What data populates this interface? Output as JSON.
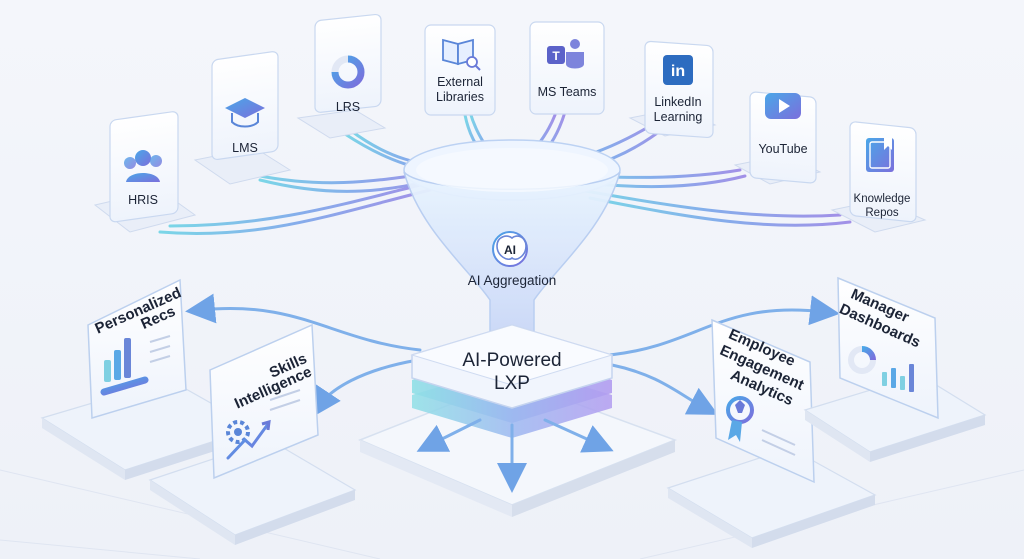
{
  "sources": [
    {
      "id": "hris",
      "label_lines": [
        "HRIS"
      ],
      "icon": "people-icon"
    },
    {
      "id": "lms",
      "label_lines": [
        "LMS"
      ],
      "icon": "graduation-cap-icon"
    },
    {
      "id": "lrs",
      "label_lines": [
        "LRS"
      ],
      "icon": "donut-ring-icon"
    },
    {
      "id": "external-libraries",
      "label_lines": [
        "External",
        "Libraries"
      ],
      "icon": "book-search-icon"
    },
    {
      "id": "ms-teams",
      "label_lines": [
        "MS Teams"
      ],
      "icon": "ms-teams-icon"
    },
    {
      "id": "linkedin-learning",
      "label_lines": [
        "LinkedIn",
        "Learning"
      ],
      "icon": "linkedin-icon"
    },
    {
      "id": "youtube",
      "label_lines": [
        "YouTube"
      ],
      "icon": "youtube-play-icon"
    },
    {
      "id": "knowledge-repos",
      "label_lines": [
        "Knowledge",
        "Repos"
      ],
      "icon": "book-icon"
    }
  ],
  "funnel": {
    "label": "AI Aggregation",
    "icon_text": "AI",
    "icon": "brain-icon"
  },
  "platform": {
    "label_lines": [
      "AI-Powered",
      "LXP"
    ]
  },
  "outputs": [
    {
      "id": "personalized-recs",
      "label_lines": [
        "Personalized",
        "Recs"
      ],
      "icon": "bar-chart-icon"
    },
    {
      "id": "skills-intelligence",
      "label_lines": [
        "Skills",
        "Intelligence"
      ],
      "icon": "gear-trend-icon"
    },
    {
      "id": "employee-engagement-analytics",
      "label_lines": [
        "Employee",
        "Engagement",
        "Analytics"
      ],
      "icon": "award-ribbon-icon"
    },
    {
      "id": "manager-dashboards",
      "label_lines": [
        "Manager",
        "Dashboards"
      ],
      "icon": "dashboard-gauge-icon"
    }
  ],
  "colors": {
    "accent": "#5b8fd8",
    "teal": "#4fc3d9",
    "violet": "#8a7be0",
    "text": "#1c2436",
    "card": "#ffffff",
    "slab": "#eef2fa"
  }
}
